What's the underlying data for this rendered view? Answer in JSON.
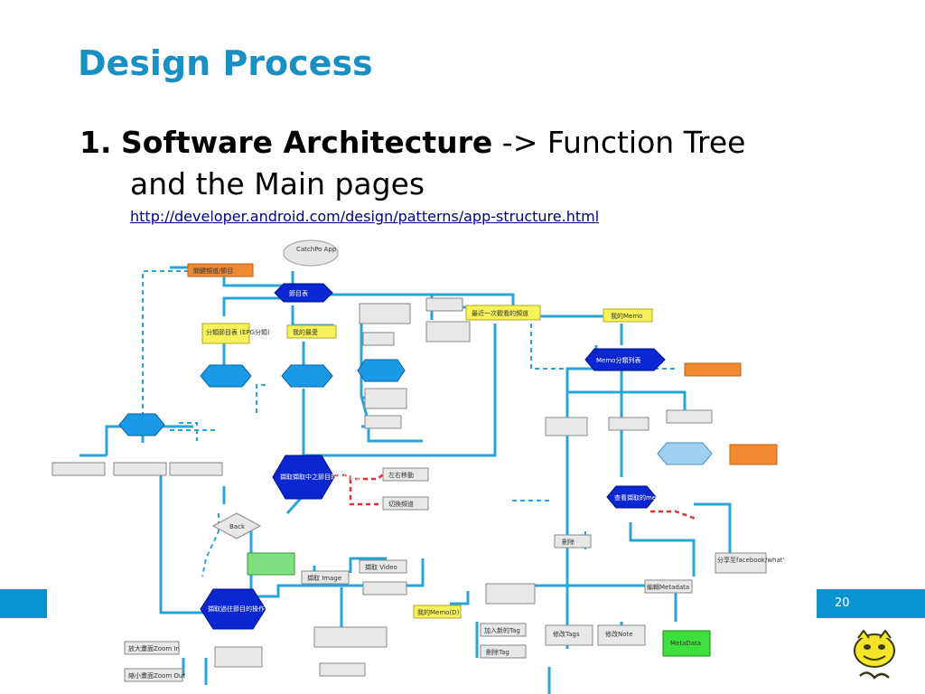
{
  "slide": {
    "title": "Design Process",
    "bullet_number": "1.",
    "bullet_bold": "Software Architecture",
    "bullet_rest": " -> Function Tree",
    "bullet_line2": "and the Main pages",
    "link": "http://developer.android.com/design/patterns/app-structure.html",
    "page_number": "20"
  },
  "diagram": {
    "nodes": {
      "root": "CatchPo App",
      "fav_top": "關鍵頻道/節目",
      "program_list": "節目表",
      "categories": "分類節目表 (EPG分類)",
      "my_fav": "我的最愛",
      "recently": "最近一次觀看的頻道",
      "my_memo": "我的Memo",
      "memo_list": "Memo分類列表",
      "catch_op": "擷取擷取中之節目的操作畫面",
      "back": "Back",
      "left_right": "左右移動",
      "switch_ch": "切換頻道",
      "view_memo": "查看擷取的memo",
      "catch_prev": "擷取過往節目的操作畫面",
      "capture_img": "擷取 Image",
      "capture_video": "擷取 Video",
      "my_memo_d": "我的Memo(D)",
      "zoom_in": "放大畫面Zoom In",
      "zoom_out": "縮小畫面Zoom Out",
      "share": "分享至facebook/what's app",
      "metadata": "MetaData",
      "edit_tags": "修改Tags",
      "edit_note": "修改Note",
      "add_tag": "加入新的Tag",
      "delete_tag": "刪除Tag",
      "delete": "刪除",
      "edit_metadata": "編輯Metadata"
    }
  }
}
